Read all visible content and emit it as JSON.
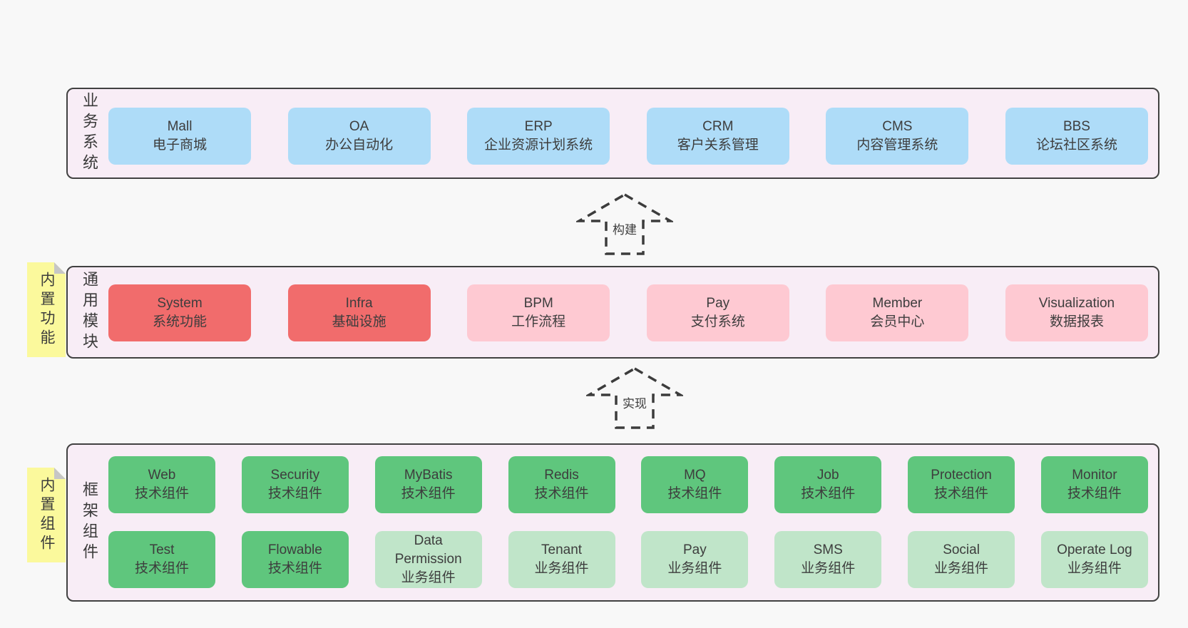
{
  "colors": {
    "page_bg": "#f8f8f8",
    "container_bg": "#f8edf6",
    "container_border": "#414141",
    "blue_box": "#aedcf8",
    "red_box": "#f16c6c",
    "pink_box": "#fec9d2",
    "green_box": "#5fc67d",
    "light_green_box": "#c0e5c9",
    "sticky_bg": "#fbf99c",
    "sticky_fold": "#c6c6c6",
    "text": "#3c3c3c"
  },
  "sections": {
    "business": {
      "label": "业务系统",
      "boxes": [
        {
          "name": "Mall",
          "desc": "电子商城"
        },
        {
          "name": "OA",
          "desc": "办公自动化"
        },
        {
          "name": "ERP",
          "desc": "企业资源计划系统"
        },
        {
          "name": "CRM",
          "desc": "客户关系管理"
        },
        {
          "name": "CMS",
          "desc": "内容管理系统"
        },
        {
          "name": "BBS",
          "desc": "论坛社区系统"
        }
      ]
    },
    "common": {
      "label": "通用模块",
      "tag": "内置功能",
      "boxes": [
        {
          "name": "System",
          "desc": "系统功能"
        },
        {
          "name": "Infra",
          "desc": "基础设施"
        },
        {
          "name": "BPM",
          "desc": "工作流程"
        },
        {
          "name": "Pay",
          "desc": "支付系统"
        },
        {
          "name": "Member",
          "desc": "会员中心"
        },
        {
          "name": "Visualization",
          "desc": "数据报表"
        }
      ]
    },
    "framework": {
      "label": "框架组件",
      "tag": "内置组件",
      "row1": [
        {
          "name": "Web",
          "desc": "技术组件"
        },
        {
          "name": "Security",
          "desc": "技术组件"
        },
        {
          "name": "MyBatis",
          "desc": "技术组件"
        },
        {
          "name": "Redis",
          "desc": "技术组件"
        },
        {
          "name": "MQ",
          "desc": "技术组件"
        },
        {
          "name": "Job",
          "desc": "技术组件"
        },
        {
          "name": "Protection",
          "desc": "技术组件"
        },
        {
          "name": "Monitor",
          "desc": "技术组件"
        }
      ],
      "row2": [
        {
          "name": "Test",
          "desc": "技术组件"
        },
        {
          "name": "Flowable",
          "desc": "技术组件"
        },
        {
          "name": "Data Permission",
          "desc": "业务组件"
        },
        {
          "name": "Tenant",
          "desc": "业务组件"
        },
        {
          "name": "Pay",
          "desc": "业务组件"
        },
        {
          "name": "SMS",
          "desc": "业务组件"
        },
        {
          "name": "Social",
          "desc": "业务组件"
        },
        {
          "name": "Operate Log",
          "desc": "业务组件"
        }
      ]
    }
  },
  "arrows": {
    "build": "构建",
    "implement": "实现"
  }
}
